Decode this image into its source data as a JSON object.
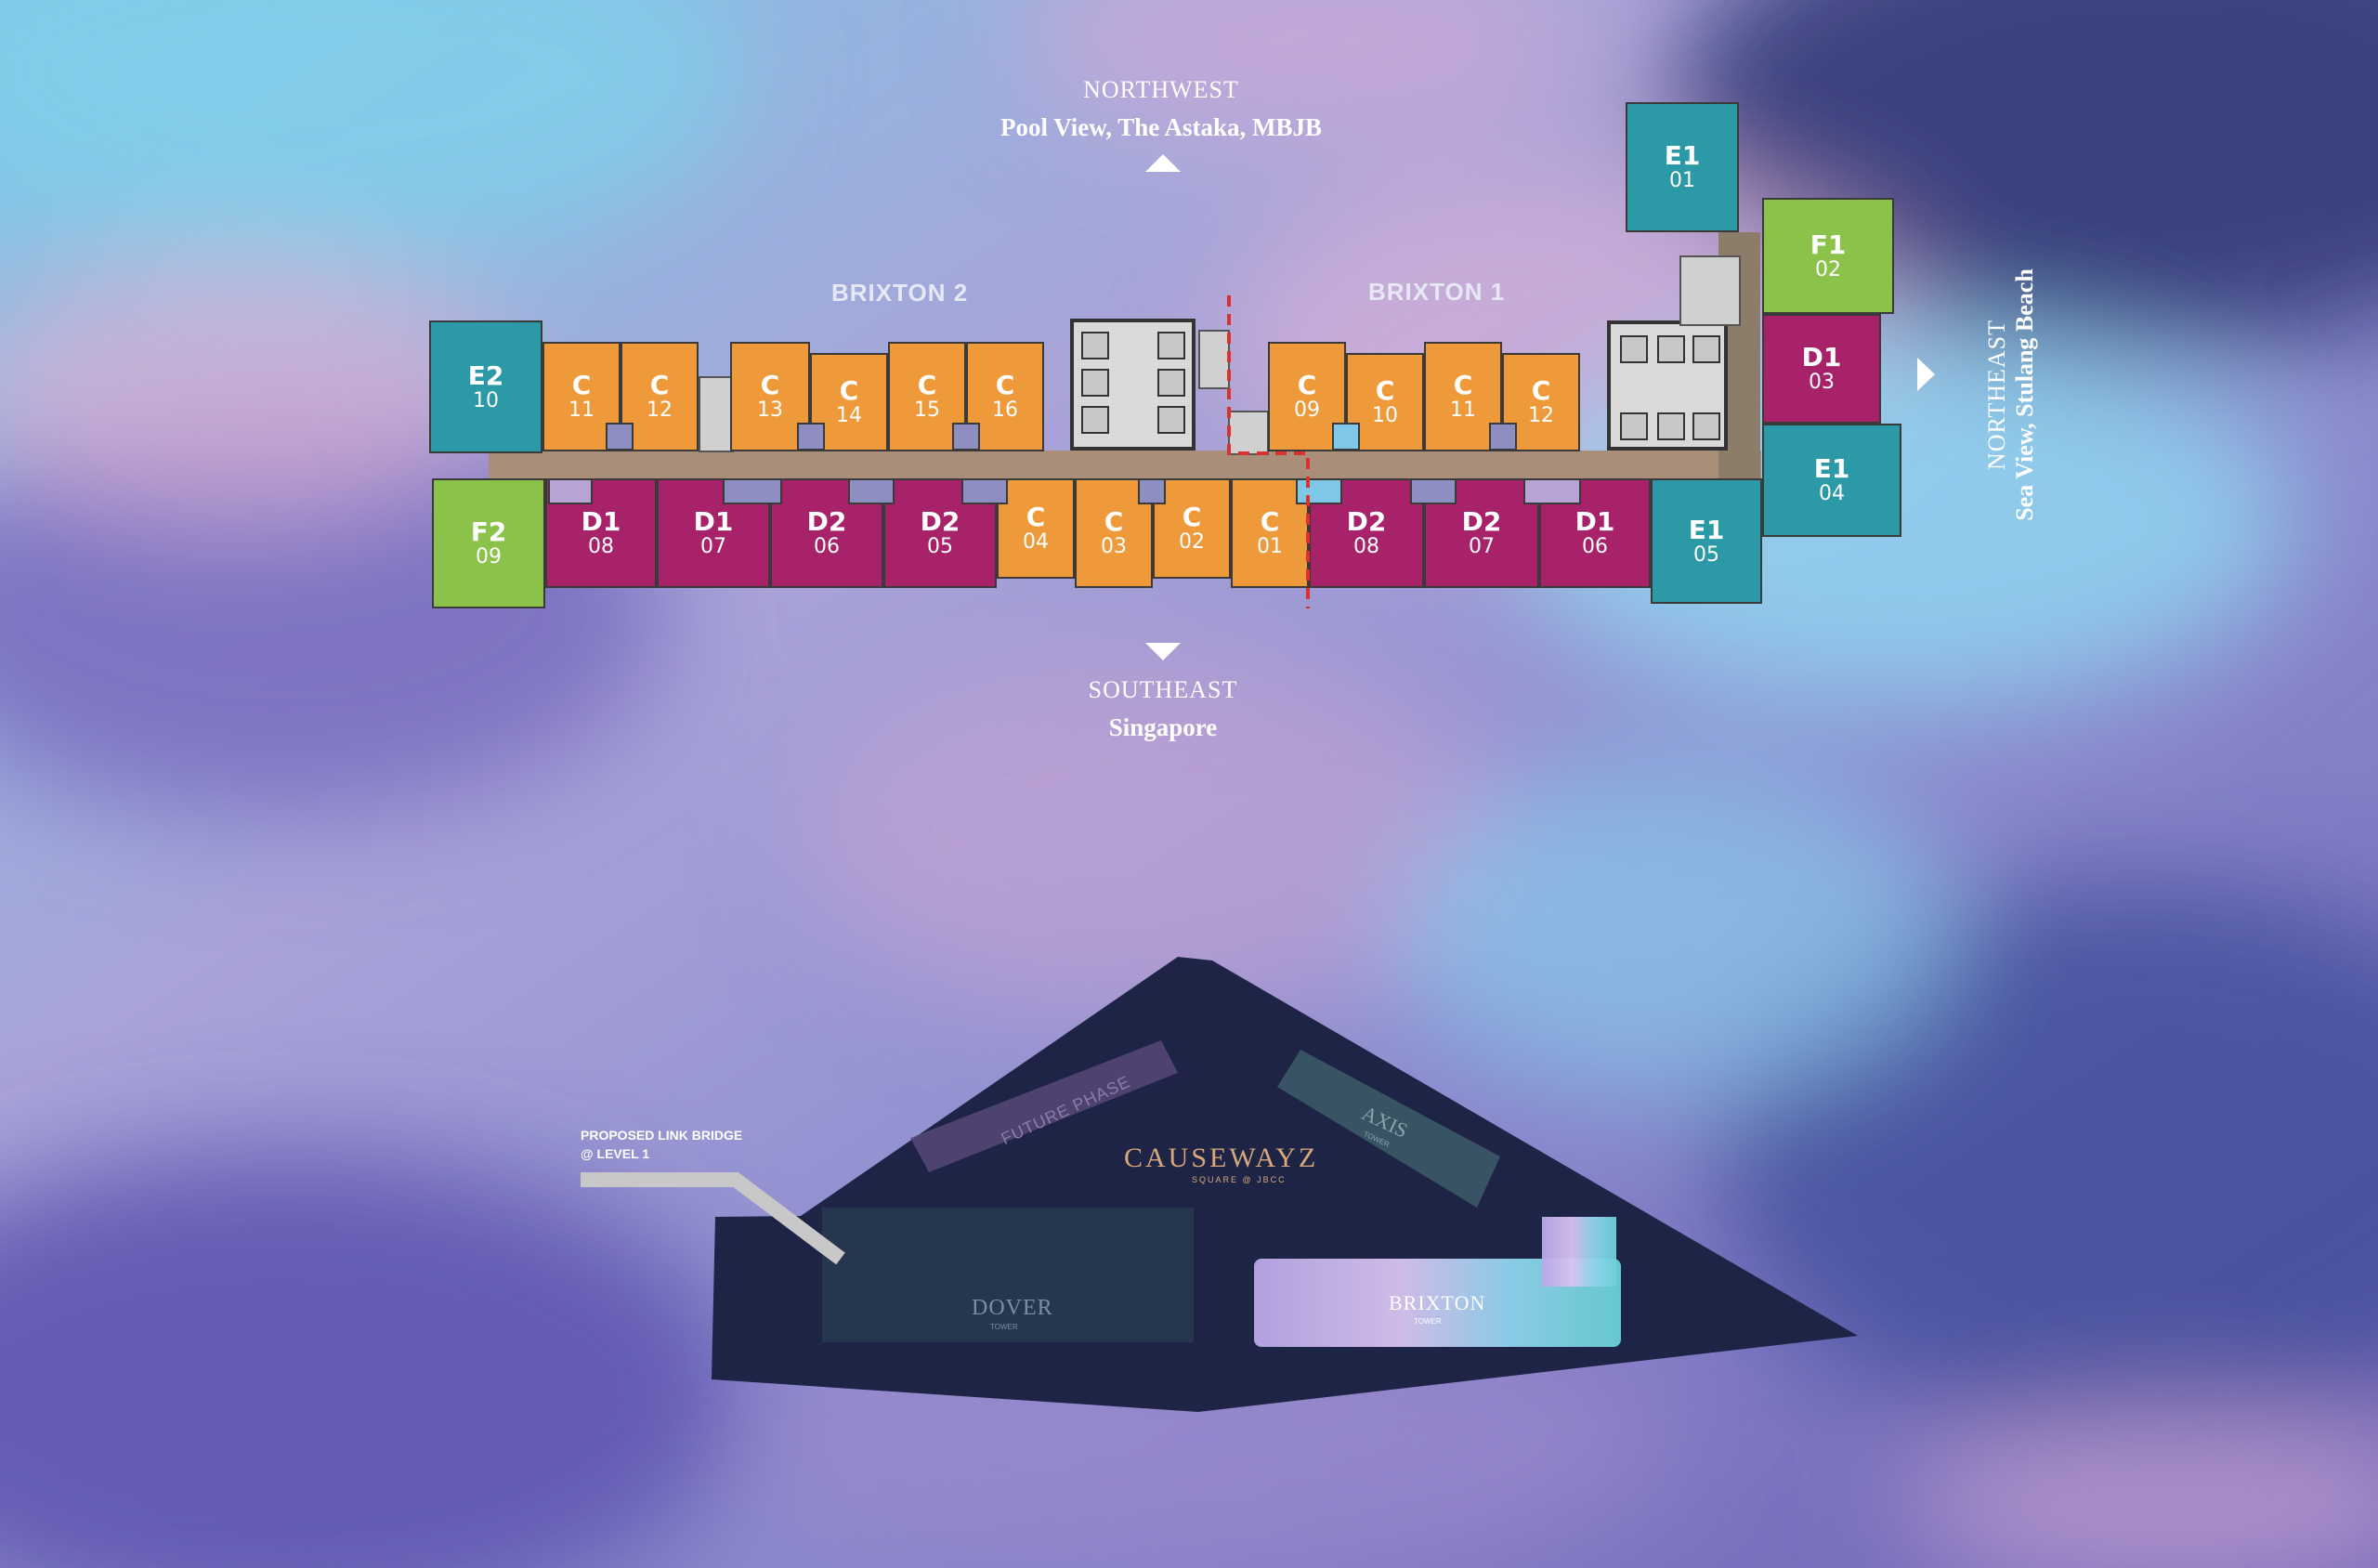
{
  "directions": {
    "northwest": {
      "heading": "NORTHWEST",
      "view": "Pool View, The Astaka, MBJB"
    },
    "southeast": {
      "heading": "SOUTHEAST",
      "view": "Singapore"
    },
    "northeast": {
      "heading": "NORTHEAST",
      "view": "Sea View, Stulang Beach"
    }
  },
  "towers": {
    "brixton2": "BRIXTON 2",
    "brixton1": "BRIXTON 1"
  },
  "units_top": [
    {
      "type": "E2",
      "num": "10"
    },
    {
      "type": "C",
      "num": "11"
    },
    {
      "type": "C",
      "num": "12"
    },
    {
      "type": "C",
      "num": "13"
    },
    {
      "type": "C",
      "num": "14"
    },
    {
      "type": "C",
      "num": "15"
    },
    {
      "type": "C",
      "num": "16"
    },
    {
      "type": "C",
      "num": "09"
    },
    {
      "type": "C",
      "num": "10"
    },
    {
      "type": "C",
      "num": "11"
    },
    {
      "type": "C",
      "num": "12"
    }
  ],
  "units_bottom": [
    {
      "type": "F2",
      "num": "09"
    },
    {
      "type": "D1",
      "num": "08"
    },
    {
      "type": "D1",
      "num": "07"
    },
    {
      "type": "D2",
      "num": "06"
    },
    {
      "type": "D2",
      "num": "05"
    },
    {
      "type": "C",
      "num": "04"
    },
    {
      "type": "C",
      "num": "03"
    },
    {
      "type": "C",
      "num": "02"
    },
    {
      "type": "C",
      "num": "01"
    },
    {
      "type": "D2",
      "num": "08"
    },
    {
      "type": "D2",
      "num": "07"
    },
    {
      "type": "D1",
      "num": "06"
    },
    {
      "type": "E1",
      "num": "05"
    }
  ],
  "units_east": [
    {
      "type": "E1",
      "num": "01"
    },
    {
      "type": "F1",
      "num": "02"
    },
    {
      "type": "D1",
      "num": "03"
    },
    {
      "type": "E1",
      "num": "04"
    }
  ],
  "site_plan": {
    "link_bridge": "PROPOSED LINK BRIDGE",
    "link_bridge_level": "@ LEVEL 1",
    "future_phase": "FUTURE PHASE",
    "brand": "CAUSEWAYZ",
    "brand_sub": "SQUARE @ JBCC",
    "axis": "AXIS",
    "axis_sub": "TOWER",
    "dover": "DOVER",
    "dover_sub": "TOWER",
    "brixton": "BRIXTON",
    "brixton_sub": "TOWER"
  },
  "colors": {
    "type_C": "#ee9a3a",
    "type_D": "#a8226a",
    "type_E": "#2b9aa6",
    "type_F": "#8bc34a",
    "divider": "#d8332f"
  }
}
